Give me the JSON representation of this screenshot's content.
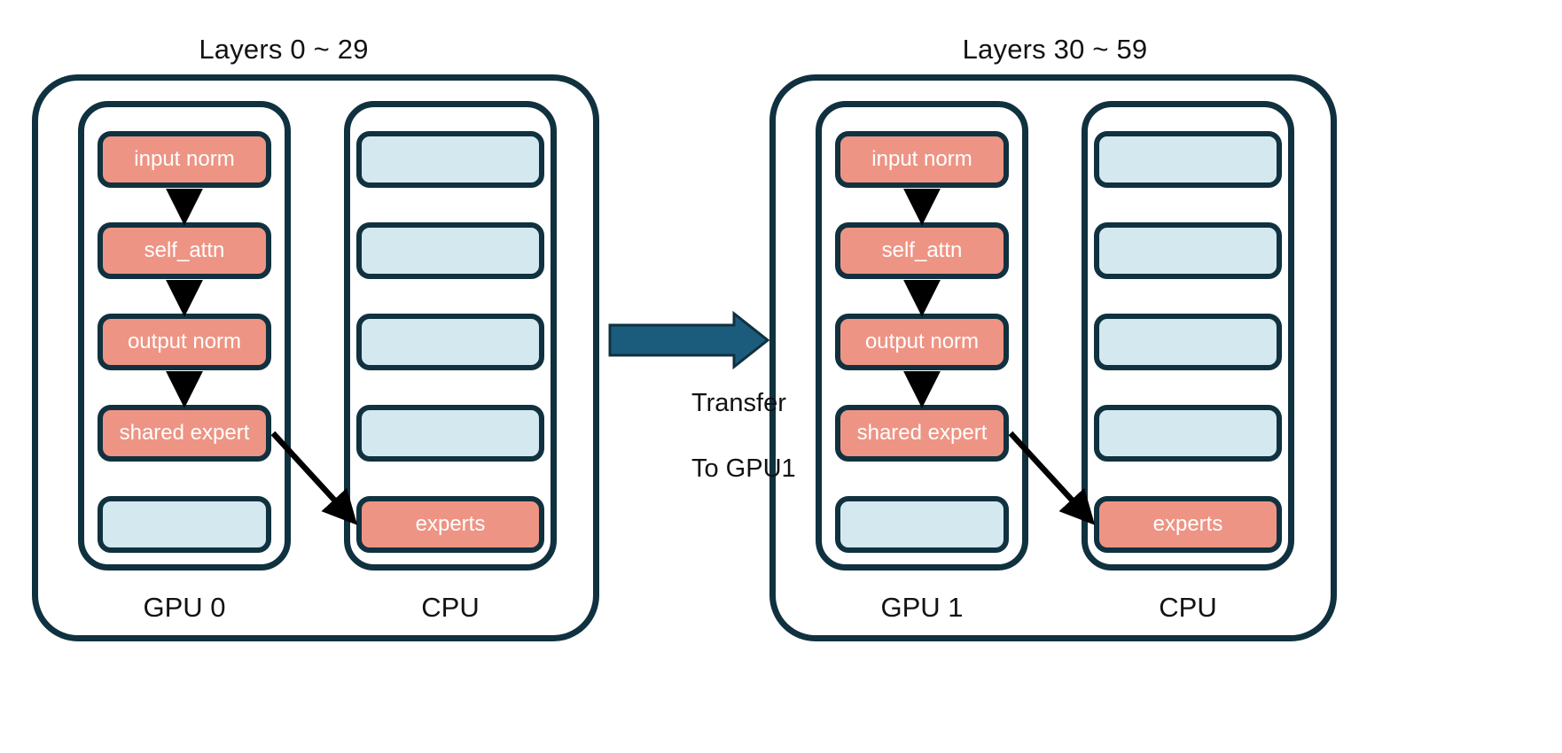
{
  "diagram": {
    "title_left": "Layers 0 ~ 29",
    "title_right": "Layers 30 ~ 59",
    "colors": {
      "active_block": "#ee9484",
      "idle_block": "#d4e8ef",
      "outline": "#10313f",
      "transfer_arrow": "#1b5c7d",
      "flow_arrow": "#000000",
      "text_on_block": "#ffffff",
      "label_text": "#121212",
      "background": "#ffffff"
    }
  },
  "panels": [
    {
      "id": "panel-left",
      "title": "Layers 0 ~ 29",
      "columns": [
        {
          "id": "gpu0",
          "label": "GPU 0",
          "blocks": [
            {
              "label": "input norm",
              "state": "active"
            },
            {
              "label": "self_attn",
              "state": "active"
            },
            {
              "label": "output norm",
              "state": "active"
            },
            {
              "label": "shared expert",
              "state": "active"
            },
            {
              "label": "",
              "state": "idle"
            }
          ]
        },
        {
          "id": "cpu0",
          "label": "CPU",
          "blocks": [
            {
              "label": "",
              "state": "idle"
            },
            {
              "label": "",
              "state": "idle"
            },
            {
              "label": "",
              "state": "idle"
            },
            {
              "label": "",
              "state": "idle"
            },
            {
              "label": "experts",
              "state": "active"
            }
          ]
        }
      ]
    },
    {
      "id": "panel-right",
      "title": "Layers 30 ~ 59",
      "columns": [
        {
          "id": "gpu1",
          "label": "GPU 1",
          "blocks": [
            {
              "label": "input norm",
              "state": "active"
            },
            {
              "label": "self_attn",
              "state": "active"
            },
            {
              "label": "output norm",
              "state": "active"
            },
            {
              "label": "shared expert",
              "state": "active"
            },
            {
              "label": "",
              "state": "idle"
            }
          ]
        },
        {
          "id": "cpu1",
          "label": "CPU",
          "blocks": [
            {
              "label": "",
              "state": "idle"
            },
            {
              "label": "",
              "state": "idle"
            },
            {
              "label": "",
              "state": "idle"
            },
            {
              "label": "",
              "state": "idle"
            },
            {
              "label": "experts",
              "state": "active"
            }
          ]
        }
      ]
    }
  ],
  "transfer": {
    "line1": "Transfer",
    "line2": "To GPU1",
    "full": "Transfer\nTo GPU1"
  }
}
